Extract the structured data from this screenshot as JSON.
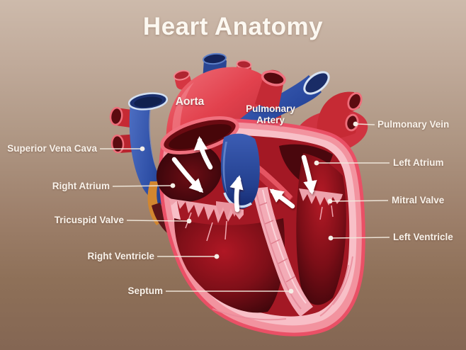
{
  "title": "Heart Anatomy",
  "diagram": {
    "inline_labels": {
      "aorta": "Aorta",
      "pulmonary_artery": "Pulmonary Artery"
    },
    "labels_left": [
      {
        "text": "Superior Vena Cava"
      },
      {
        "text": "Right Atrium"
      },
      {
        "text": "Tricuspid Valve"
      },
      {
        "text": "Right Ventricle"
      },
      {
        "text": "Septum"
      }
    ],
    "labels_right": [
      {
        "text": "Pulmonary Vein"
      },
      {
        "text": "Left Atrium"
      },
      {
        "text": "Mitral Valve"
      },
      {
        "text": "Left Ventricle"
      }
    ]
  },
  "colors": {
    "background_top": "#cdbaab",
    "background_bottom": "#846653",
    "artery_red": "#e2414d",
    "vein_blue": "#2b4da2",
    "heart_wall_pink": "#f2939f",
    "chamber_dark_red": "#6b0d13",
    "label_text": "#f8f2ea",
    "flow_arrow": "#ffffff"
  }
}
